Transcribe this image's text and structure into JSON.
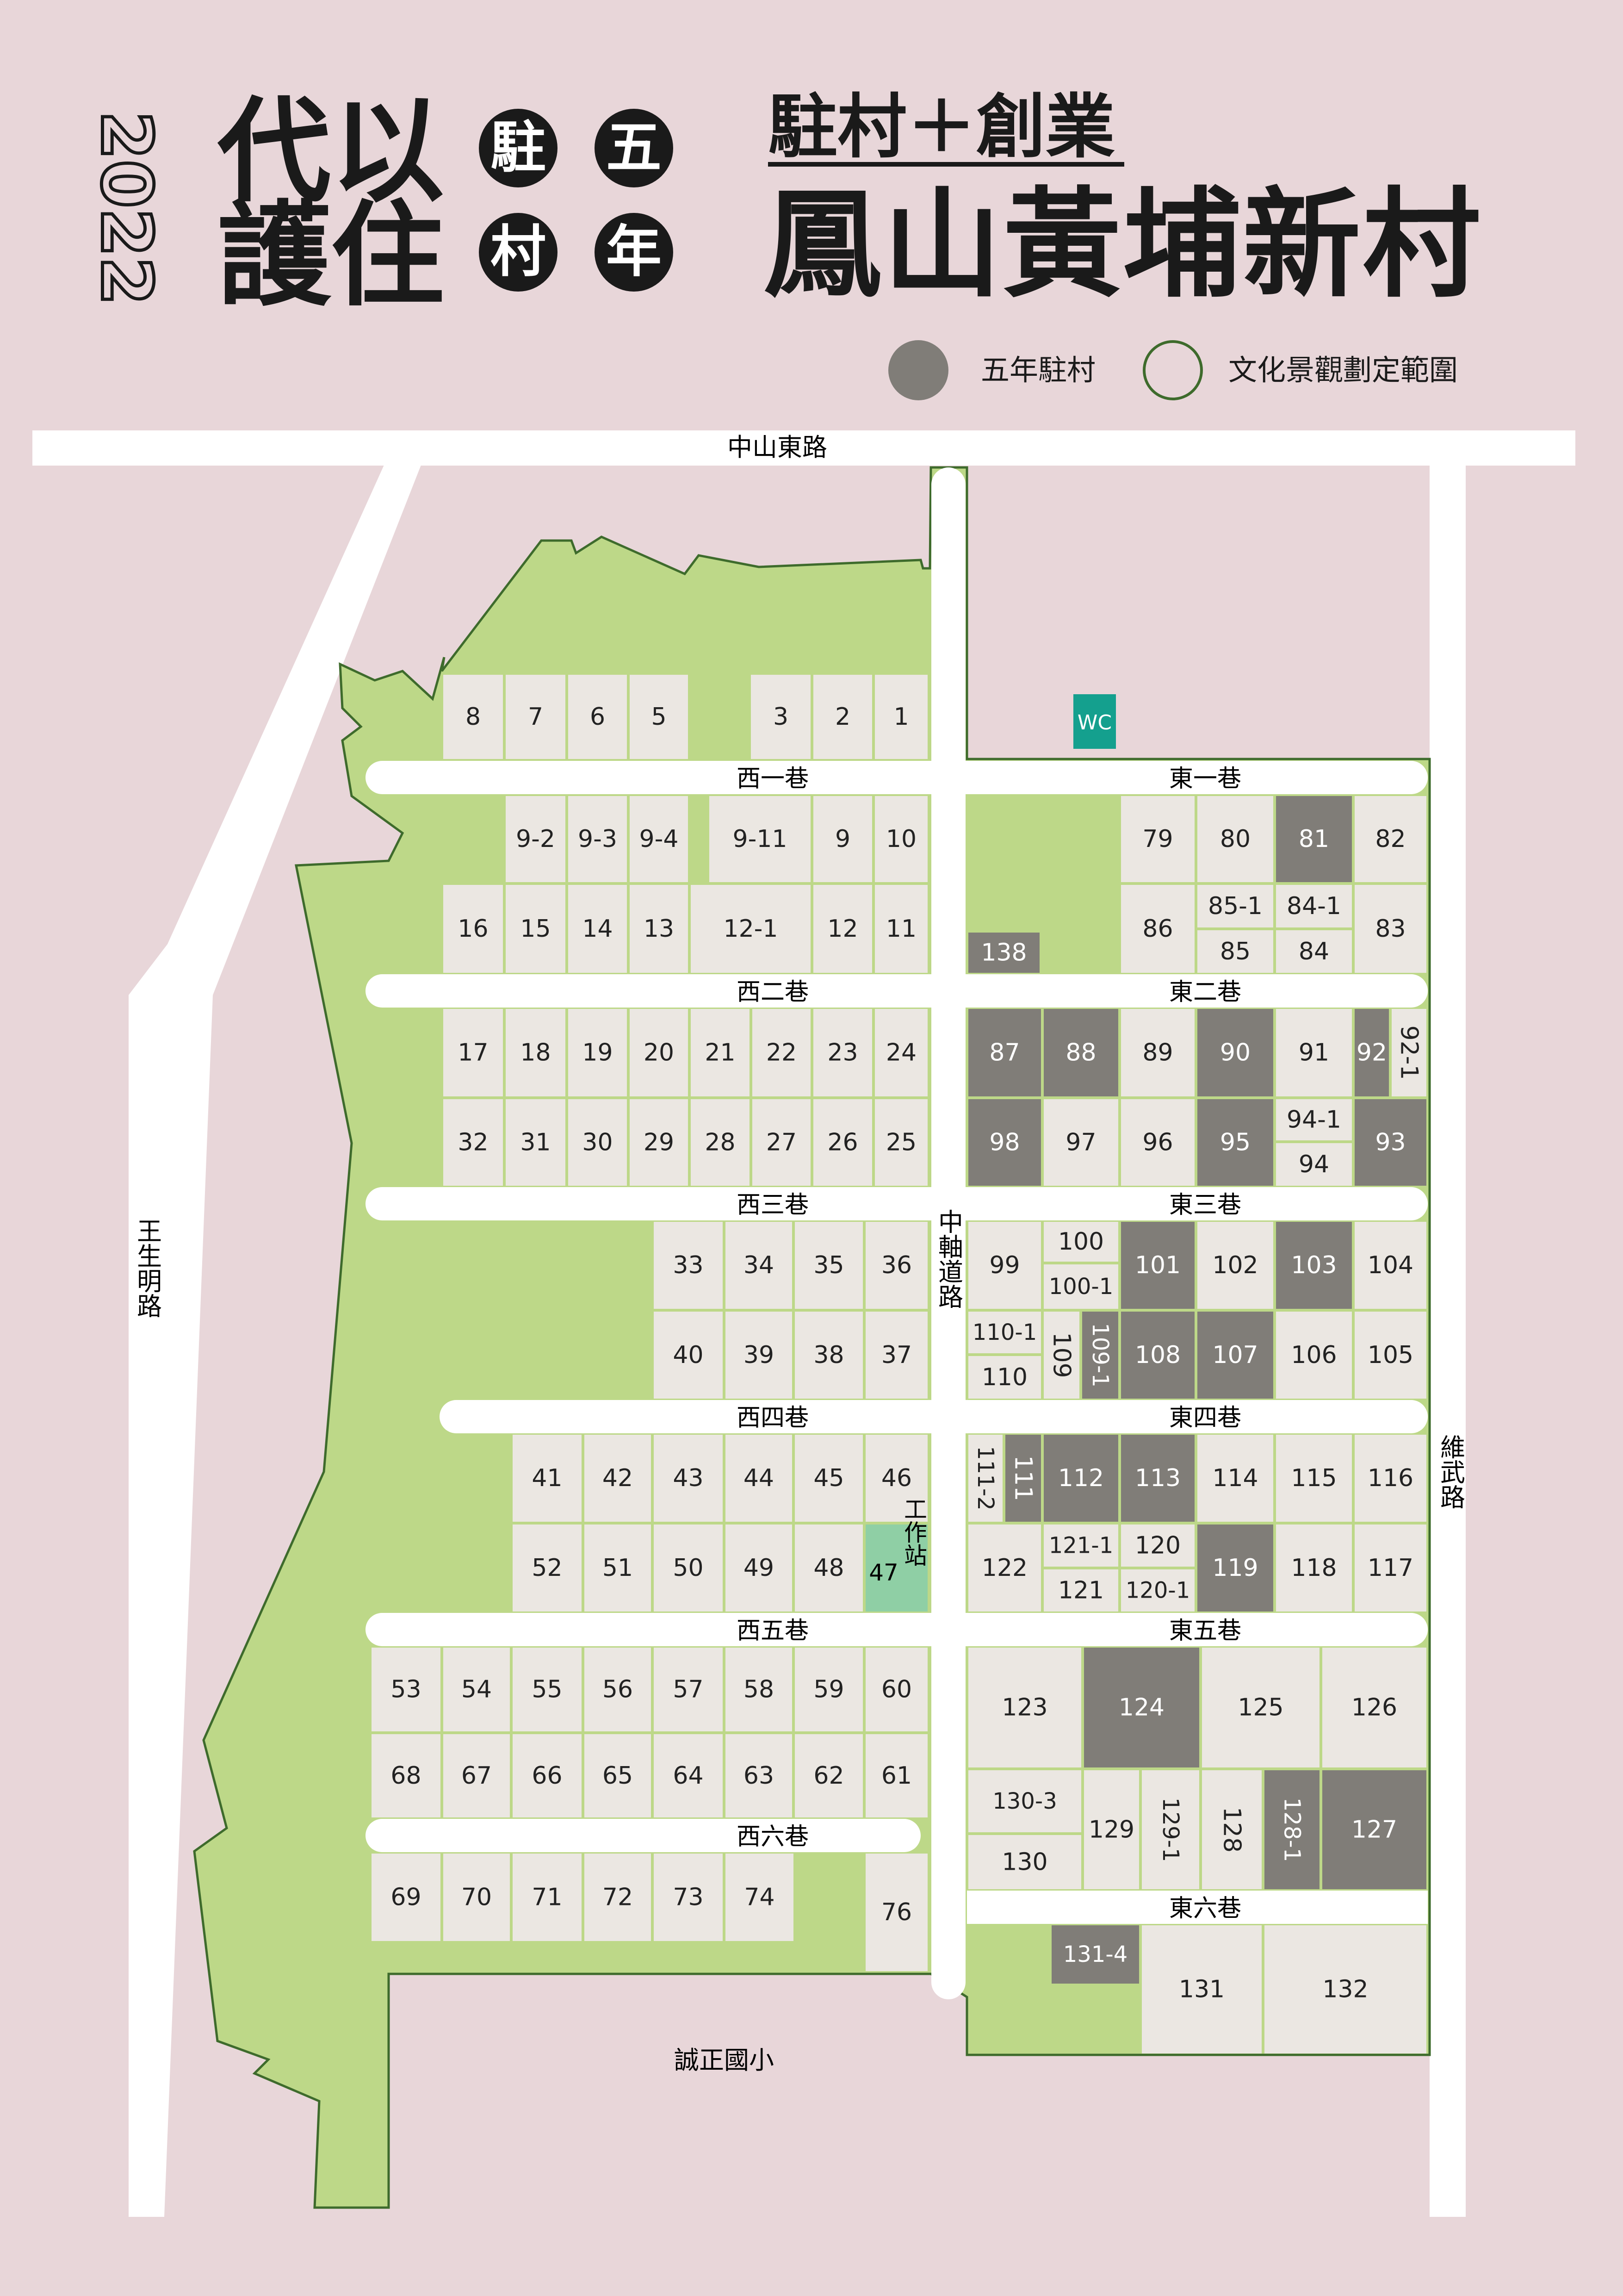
{
  "header": {
    "year_digits": [
      "2",
      "0",
      "2",
      "2"
    ],
    "slogan_left_top": "代以",
    "slogan_left_bottom": "護住",
    "circle_chars": [
      "駐",
      "五",
      "村",
      "年"
    ],
    "subtitle": "駐村＋創業",
    "title": "鳳山黃埔新村"
  },
  "legend": {
    "residency_label": "五年駐村",
    "landscape_label": "文化景觀劃定範圍"
  },
  "colors": {
    "background": "#e8d6d9",
    "green_area": "#bdd888",
    "green_outline": "#3e6b2c",
    "plot": "#ebe7e2",
    "residency": "#807d78",
    "workstation": "#8fcfa5",
    "wc": "#14a08e",
    "road": "#ffffff"
  },
  "map": {
    "roads": {
      "zhongshan_east": "中山東路",
      "wangshengming": "王生明路",
      "weiwu": "維武路",
      "zhongzhou": "中軸道路",
      "chengzheng": "誠正國小"
    },
    "lanes_west": [
      "西一巷",
      "西二巷",
      "西三巷",
      "西四巷",
      "西五巷",
      "西六巷"
    ],
    "lanes_east": [
      "東一巷",
      "東二巷",
      "東三巷",
      "東四巷",
      "東五巷",
      "東六巷"
    ],
    "wc_label": "WC",
    "workstation_number": "47",
    "workstation_label": "工作站",
    "plots_west": [
      "8",
      "7",
      "6",
      "5",
      "3",
      "2",
      "1",
      "9-2",
      "9-3",
      "9-4",
      "9-11",
      "9",
      "10",
      "16",
      "15",
      "14",
      "13",
      "12-1",
      "12",
      "11",
      "17",
      "18",
      "19",
      "20",
      "21",
      "22",
      "23",
      "24",
      "32",
      "31",
      "30",
      "29",
      "28",
      "27",
      "26",
      "25",
      "33",
      "34",
      "35",
      "36",
      "40",
      "39",
      "38",
      "37",
      "41",
      "42",
      "43",
      "44",
      "45",
      "46",
      "52",
      "51",
      "50",
      "49",
      "48",
      "53",
      "54",
      "55",
      "56",
      "57",
      "58",
      "59",
      "60",
      "68",
      "67",
      "66",
      "65",
      "64",
      "63",
      "62",
      "61",
      "69",
      "70",
      "71",
      "72",
      "73",
      "74",
      "76"
    ],
    "plots_east": [
      "79",
      "80",
      "81",
      "82",
      "86",
      "85-1",
      "85",
      "84-1",
      "84",
      "83",
      "138",
      "87",
      "88",
      "89",
      "90",
      "91",
      "92",
      "92-1",
      "98",
      "97",
      "96",
      "95",
      "94-1",
      "94",
      "93",
      "99",
      "100",
      "100-1",
      "101",
      "102",
      "103",
      "104",
      "110-1",
      "110",
      "109",
      "109-1",
      "108",
      "107",
      "106",
      "105",
      "111-2",
      "111",
      "112",
      "113",
      "114",
      "115",
      "116",
      "122",
      "121-1",
      "121",
      "120",
      "120-1",
      "119",
      "118",
      "117",
      "123",
      "124",
      "125",
      "126",
      "130-3",
      "130",
      "129",
      "129-1",
      "128",
      "128-1",
      "127",
      "131-4",
      "131",
      "132"
    ],
    "residency_plots": [
      "81",
      "87",
      "88",
      "90",
      "92",
      "98",
      "95",
      "93",
      "101",
      "103",
      "108",
      "107",
      "109-1",
      "111",
      "112",
      "113",
      "119",
      "124",
      "128-1",
      "127",
      "131-4",
      "138"
    ]
  }
}
